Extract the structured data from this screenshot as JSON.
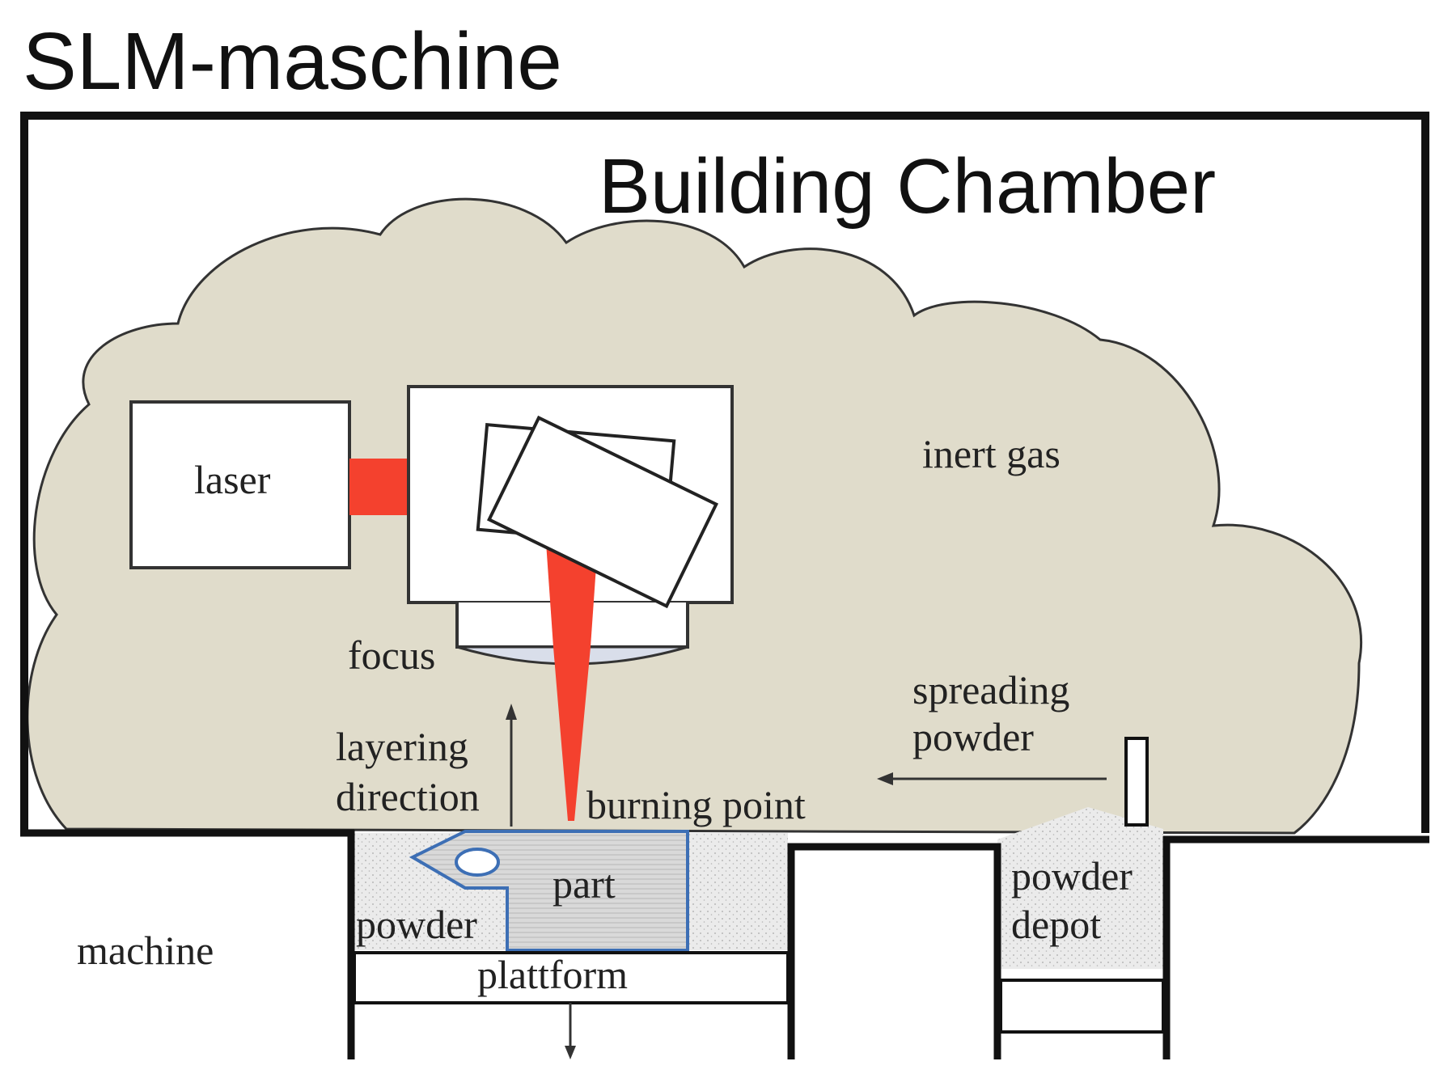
{
  "title": "SLM-maschine",
  "chamber_label": "Building Chamber",
  "labels": {
    "laser": "laser",
    "inert_gas": "inert gas",
    "focus": "focus",
    "layering_direction_1": "layering",
    "layering_direction_2": "direction",
    "burning_point": "burning point",
    "spreading_powder_1": "spreading",
    "spreading_powder_2": "powder",
    "part": "part",
    "powder": "powder",
    "plattform": "plattform",
    "machine": "machine",
    "powder_depot_1": "powder",
    "powder_depot_2": "depot"
  },
  "colors": {
    "cloud_fill": "#e0dccb",
    "laser_beam": "#f4412e",
    "part_outline": "#3d6fb5",
    "lens_fill": "#d9deea",
    "powder_fill": "#e6e6e6"
  }
}
